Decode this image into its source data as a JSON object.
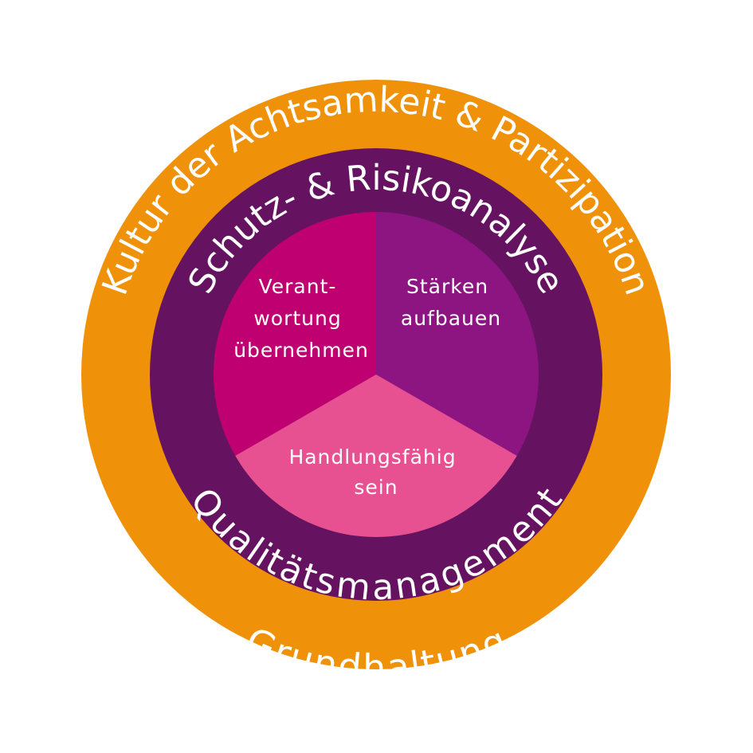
{
  "outer_ring": {
    "top_label": "Kultur der Achtsamkeit & Partizipation",
    "bottom_label": "Grundhaltung"
  },
  "middle_ring": {
    "top_label": "Schutz- & Risikoanalyse",
    "bottom_label": "Qualitätsmanagement"
  },
  "segments": {
    "left": {
      "lines": [
        "Verant-",
        "wortung",
        "übernehmen"
      ]
    },
    "right": {
      "lines": [
        "Stärken",
        "aufbauen"
      ]
    },
    "bottom": {
      "lines": [
        "Handlungsfähig",
        "sein"
      ]
    }
  },
  "colors": {
    "outer_ring": "#f0910a",
    "middle_ring": "#651360",
    "segment_left": "#bf0070",
    "segment_right": "#8c1582",
    "segment_bottom": "#e85191",
    "text": "#ffffff"
  }
}
